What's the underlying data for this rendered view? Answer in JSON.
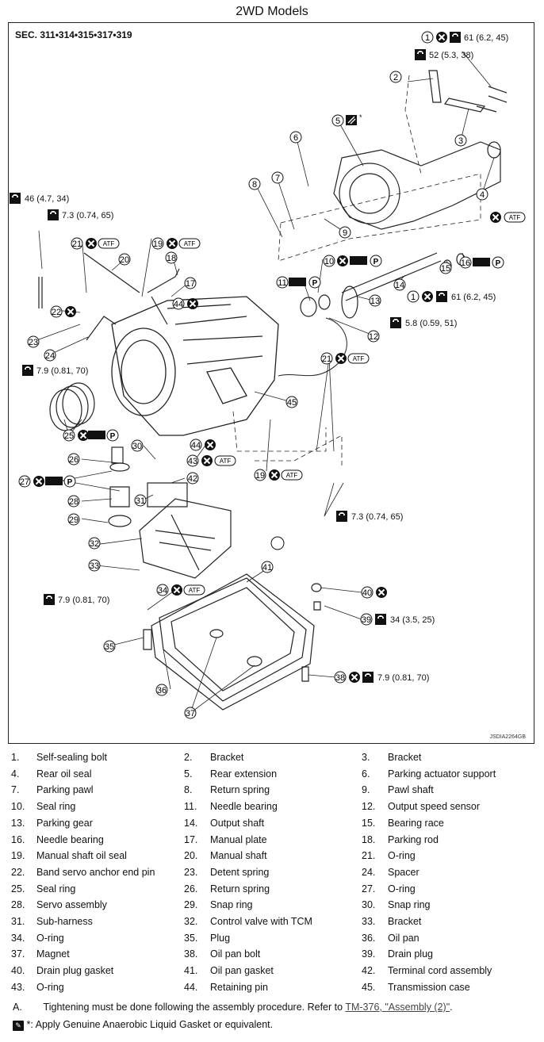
{
  "title": "2WD Models",
  "section": "SEC. 311•314•315•317•319",
  "figure_code": "JSDIA2264GB",
  "torque_labels": {
    "t1": "61 (6.2, 45)",
    "t2": "52 (5.3, 38)",
    "t3": "46 (4.7, 34)",
    "t4": "7.3 (0.74, 65)",
    "t5": "61 (6.2, 45)",
    "t6": "5.8 (0.59, 51)",
    "t7": "7.9 (0.81, 70)",
    "t8": "7.3 (0.74, 65)",
    "t9": "7.9 (0.81, 70)",
    "t10": "34 (3.5, 25)",
    "t11": "7.9 (0.81, 70)"
  },
  "atf_label": "ATF",
  "p_label": "P",
  "a_label": "A",
  "callouts": {
    "c1a": "1",
    "c1b": "1",
    "c2": "2",
    "c3": "3",
    "c4": "4",
    "c5": "5",
    "c6": "6",
    "c7": "7",
    "c8": "8",
    "c9": "9",
    "c10": "10",
    "c11": "11",
    "c12": "12",
    "c13": "13",
    "c14": "14",
    "c15": "15",
    "c16": "16",
    "c17": "17",
    "c18": "18",
    "c19a": "19",
    "c19b": "19",
    "c20": "20",
    "c21a": "21",
    "c21b": "21",
    "c22": "22",
    "c23": "23",
    "c24": "24",
    "c25": "25",
    "c26": "26",
    "c27": "27",
    "c28": "28",
    "c29": "29",
    "c30": "30",
    "c31": "31",
    "c32": "32",
    "c33": "33",
    "c34": "34",
    "c35": "35",
    "c36": "36",
    "c37": "37",
    "c38": "38",
    "c39": "39",
    "c40": "40",
    "c41": "41",
    "c42": "42",
    "c43": "43",
    "c44a": "44",
    "c44b": "44",
    "c45": "45"
  },
  "legend": [
    [
      "1.",
      "Self-sealing bolt",
      "2.",
      "Bracket",
      "3.",
      "Bracket"
    ],
    [
      "4.",
      "Rear oil seal",
      "5.",
      "Rear extension",
      "6.",
      "Parking actuator support"
    ],
    [
      "7.",
      "Parking pawl",
      "8.",
      "Return spring",
      "9.",
      "Pawl shaft"
    ],
    [
      "10.",
      "Seal ring",
      "11.",
      "Needle bearing",
      "12.",
      "Output speed sensor"
    ],
    [
      "13.",
      "Parking gear",
      "14.",
      "Output shaft",
      "15.",
      "Bearing race"
    ],
    [
      "16.",
      "Needle bearing",
      "17.",
      "Manual plate",
      "18.",
      "Parking rod"
    ],
    [
      "19.",
      "Manual shaft oil seal",
      "20.",
      "Manual shaft",
      "21.",
      "O-ring"
    ],
    [
      "22.",
      "Band servo anchor end pin",
      "23.",
      "Detent spring",
      "24.",
      "Spacer"
    ],
    [
      "25.",
      "Seal ring",
      "26.",
      "Return spring",
      "27.",
      " O-ring"
    ],
    [
      "28.",
      "Servo assembly",
      "29.",
      "Snap ring",
      "30.",
      "Snap ring"
    ],
    [
      "31.",
      "Sub-harness",
      "32.",
      "Control valve with TCM",
      "33.",
      "Bracket"
    ],
    [
      "34.",
      "O-ring",
      "35.",
      "Plug",
      "36.",
      "Oil pan"
    ],
    [
      "37.",
      "Magnet",
      "38.",
      "Oil pan bolt",
      "39.",
      "Drain plug"
    ],
    [
      "40.",
      "Drain plug gasket",
      "41.",
      "Oil pan gasket",
      "42.",
      "Terminal cord assembly"
    ],
    [
      "43.",
      "O-ring",
      "44.",
      "Retaining pin",
      "45.",
      "Transmission case"
    ]
  ],
  "note_a": {
    "letter": "A.",
    "text": "Tightening must be done following the assembly procedure. Refer to ",
    "link": "TM-376, \"Assembly (2)\"",
    "suffix": "."
  },
  "note_gasket": {
    "text": "*: Apply Genuine Anaerobic Liquid Gasket or equivalent."
  }
}
